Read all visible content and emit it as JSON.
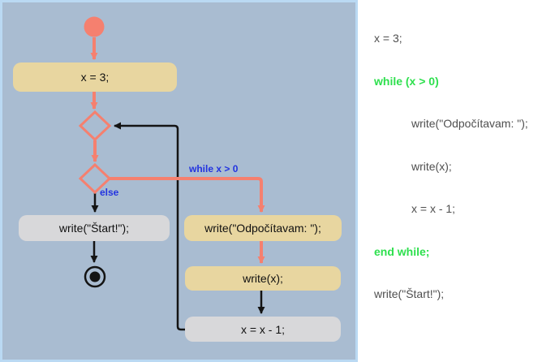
{
  "panel": {
    "bg_color": "#a9bcd1",
    "border_color": "#bad9f3"
  },
  "colors": {
    "salmon_accent": "#f5806f",
    "tan_node": "#e8d6a0",
    "gray_node": "#d8d8da",
    "edge_black": "#141414",
    "edge_label_blue": "#2233e0",
    "code_text_gray": "#4f4f4f",
    "code_keyword_green": "#2ee04e"
  },
  "flowchart": {
    "start_node": "start-circle",
    "end_node": "end-circle",
    "assign_box": {
      "label": "x = 3;"
    },
    "start_write_box": {
      "label": "write(\"Štart!\");"
    },
    "odpocitavam_box": {
      "label": "write(\"Odpočítavam: \");"
    },
    "write_x_box": {
      "label": "write(x);"
    },
    "decrement_box": {
      "label": "x = x - 1;"
    },
    "while_edge_label": "while x > 0",
    "else_edge_label": "else"
  },
  "code": {
    "lines": [
      {
        "text": "x = 3;"
      },
      {
        "text": "while (x > 0)"
      },
      {
        "text": "write(\"Odpočítavam: \");"
      },
      {
        "text": "write(x);"
      },
      {
        "text": "x = x - 1;"
      },
      {
        "text": "end while;"
      },
      {
        "text": "write(\"Štart!\");"
      }
    ]
  }
}
